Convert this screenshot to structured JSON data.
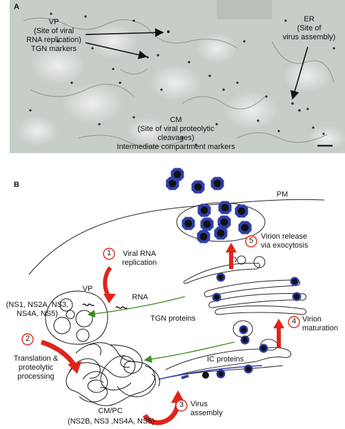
{
  "panel_a": {
    "letter": "A",
    "vp_label": [
      "VP",
      "(Site of viral",
      "RNA replication)",
      "TGN markers"
    ],
    "er_label": [
      "ER",
      "(Site of",
      "virus assembly)"
    ],
    "cm_label": [
      "CM",
      "(Site of viral proteolytic",
      "cleavages)",
      "Intermediate compartment markers"
    ]
  },
  "panel_b": {
    "letter": "B",
    "pm": "PM",
    "vp": "VP",
    "rna": "RNA",
    "vp_proteins": [
      "(NS1, NS2A, NS3,",
      "NS4A, NS5)"
    ],
    "cmpc": "CM/PC",
    "cmpc_proteins": "(NS2B, NS3 ,NS4A, NS5)",
    "tgn_proteins": "TGN proteins",
    "ic_proteins": "IC proteins",
    "steps": [
      {
        "num": "1",
        "text": [
          "Viral RNA",
          "replication"
        ]
      },
      {
        "num": "2",
        "text": [
          "Translation &",
          "proteolytic",
          "processing"
        ]
      },
      {
        "num": "3",
        "text": [
          "Virus",
          "assembly"
        ]
      },
      {
        "num": "4",
        "text": [
          "Virion",
          "maturation"
        ]
      },
      {
        "num": "5",
        "text": [
          "Virion release",
          "via exocytosis"
        ]
      }
    ]
  },
  "colors": {
    "em_background": "#c9cfc9",
    "step_circle": "#e0241b",
    "step_arrow": "#e0241b",
    "green_arrow": "#3f8a1e",
    "virion_ring": "#2f3fa8",
    "virion_core": "#111111"
  }
}
